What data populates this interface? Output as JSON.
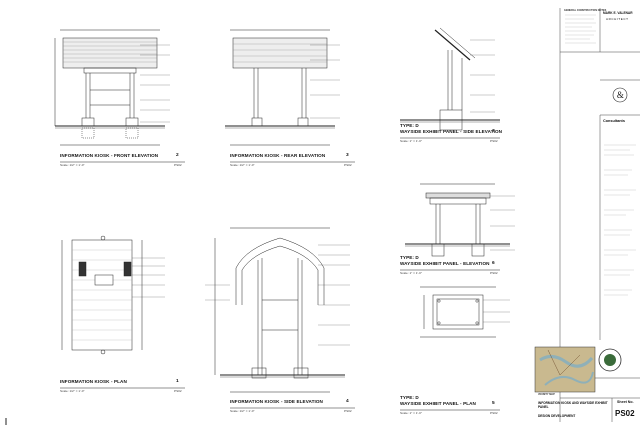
{
  "drawings": {
    "d1": {
      "title": "INFORMATION KIOSK - FRONT ELEVATION",
      "scale": "Scale:  1/2\" = 1'-0\"",
      "number": "2",
      "sheet": "PS02"
    },
    "d2": {
      "title": "INFORMATION KIOSK - REAR ELEVATION",
      "scale": "Scale:  1/2\" = 1'-0\"",
      "number": "3",
      "sheet": "PS02"
    },
    "d3": {
      "type": "TYPE: D",
      "title": "WAYSIDE EXHIBIT PANEL - SIDE ELEVATION",
      "scale": "Scale:  1\" = 1'-0\"",
      "number": "7",
      "sheet": "PS02"
    },
    "d4": {
      "title": "INFORMATION KIOSK - PLAN",
      "scale": "Scale:  1/2\" = 1'-0\"",
      "number": "1",
      "sheet": "PS02"
    },
    "d5": {
      "title": "INFORMATION KIOSK - SIDE ELEVATION",
      "scale": "Scale:  1/2\" = 1'-0\"",
      "number": "4",
      "sheet": "PS02"
    },
    "d6": {
      "type": "TYPE: D",
      "title": "WAYSIDE EXHIBIT PANEL - ELEVATION",
      "scale": "Scale:  1\" = 1'-0\"",
      "number": "6",
      "sheet": "PS02"
    },
    "d7": {
      "type": "TYPE: D",
      "title": "WAYSIDE EXHIBIT PANEL - PLAN",
      "scale": "Scale:  1\" = 1'-0\"",
      "number": "5",
      "sheet": "PS02"
    }
  },
  "titleblock": {
    "general_notes_title": "GENERAL CONSTRUCTION NOTES",
    "architect_name": "MARK E. VALENAR",
    "architect_role": "ARCHITECT",
    "consultants": "Consultants",
    "vicinity_map": "VICINITY MAP",
    "project_title": "INFORMATION KIOSK AND WAYSIDE EXHIBIT PANEL",
    "phase": "DESIGN DEVELOPMENT",
    "sheet_no_label": "Sheet No.",
    "sheet_no": "PS02"
  },
  "colors": {
    "line": "#222222",
    "hatch": "#777777",
    "ground": "#333333",
    "map_land": "#c9b98f",
    "map_water": "#8fb0b8"
  }
}
